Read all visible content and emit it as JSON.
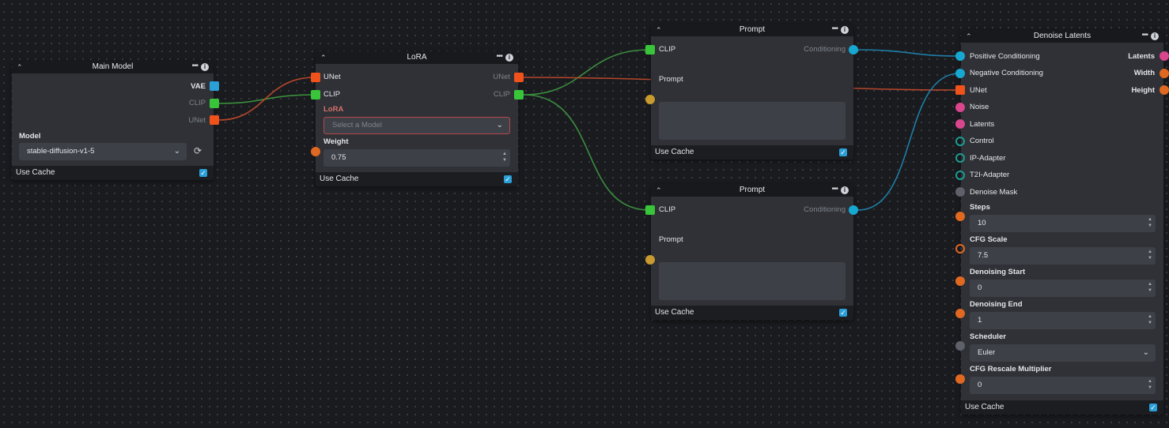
{
  "colors": {
    "unet": "#f0521c",
    "clip": "#38c53a",
    "vae": "#2a9fd8",
    "conditioning": "#17a8d2",
    "latents": "#d9468e",
    "number": "#e06820",
    "control": "#1a9d92",
    "gray": "#5e6169",
    "wire_unet": "#b5472b",
    "wire_clip": "#3b8e3e",
    "wire_cond": "#1e7ea6"
  },
  "main_model": {
    "title": "Main Model",
    "outputs": {
      "vae": "VAE",
      "clip": "CLIP",
      "unet": "UNet"
    },
    "model_label": "Model",
    "model_value": "stable-diffusion-v1-5",
    "refresh_icon": "refresh-icon",
    "use_cache": "Use Cache"
  },
  "lora": {
    "title": "LoRA",
    "inputs": {
      "unet": "UNet",
      "clip": "CLIP"
    },
    "outputs": {
      "unet": "UNet",
      "clip": "CLIP"
    },
    "lora_label": "LoRA",
    "lora_placeholder": "Select a Model",
    "weight_label": "Weight",
    "weight_value": "0.75",
    "use_cache": "Use Cache"
  },
  "prompt_pos": {
    "title": "Prompt",
    "input_clip": "CLIP",
    "output": "Conditioning",
    "prompt_label": "Prompt",
    "use_cache": "Use Cache"
  },
  "prompt_neg": {
    "title": "Prompt",
    "input_clip": "CLIP",
    "output": "Conditioning",
    "prompt_label": "Prompt",
    "use_cache": "Use Cache"
  },
  "denoise": {
    "title": "Denoise Latents",
    "inputs": [
      "Positive Conditioning",
      "Negative Conditioning",
      "UNet",
      "Noise",
      "Latents",
      "Control",
      "IP-Adapter",
      "T2I-Adapter",
      "Denoise Mask"
    ],
    "outputs": {
      "latents": "Latents",
      "width": "Width",
      "height": "Height"
    },
    "fields": [
      {
        "label": "Steps",
        "value": "10"
      },
      {
        "label": "CFG Scale",
        "value": "7.5"
      },
      {
        "label": "Denoising Start",
        "value": "0"
      },
      {
        "label": "Denoising End",
        "value": "1"
      },
      {
        "label": "Scheduler",
        "value": "Euler"
      },
      {
        "label": "CFG Rescale Multiplier",
        "value": "0"
      }
    ],
    "use_cache": "Use Cache"
  }
}
